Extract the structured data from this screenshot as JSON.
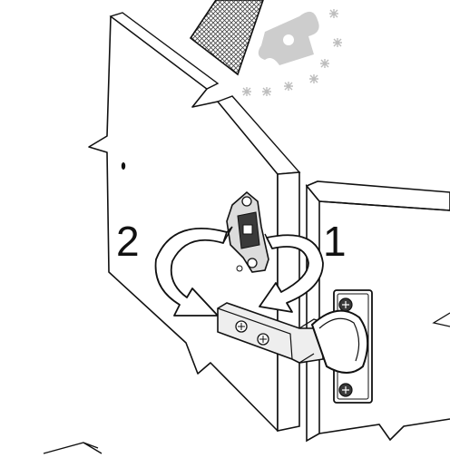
{
  "steps": [
    {
      "number": "1",
      "direction": "clockwise"
    },
    {
      "number": "2",
      "direction": "counterclockwise"
    }
  ],
  "colors": {
    "line": "#111111",
    "panel": "#ffffff",
    "hardware_fill": "#dcdcdc",
    "hardware_dark": "#3a3a3a",
    "watermark": "#c8c8c8",
    "mesh": "#444444"
  },
  "icons": {
    "top_left": "mesh-pattern-icon",
    "watermark": "puzzle-piece-watermark-icon",
    "stars": "star-icon"
  }
}
